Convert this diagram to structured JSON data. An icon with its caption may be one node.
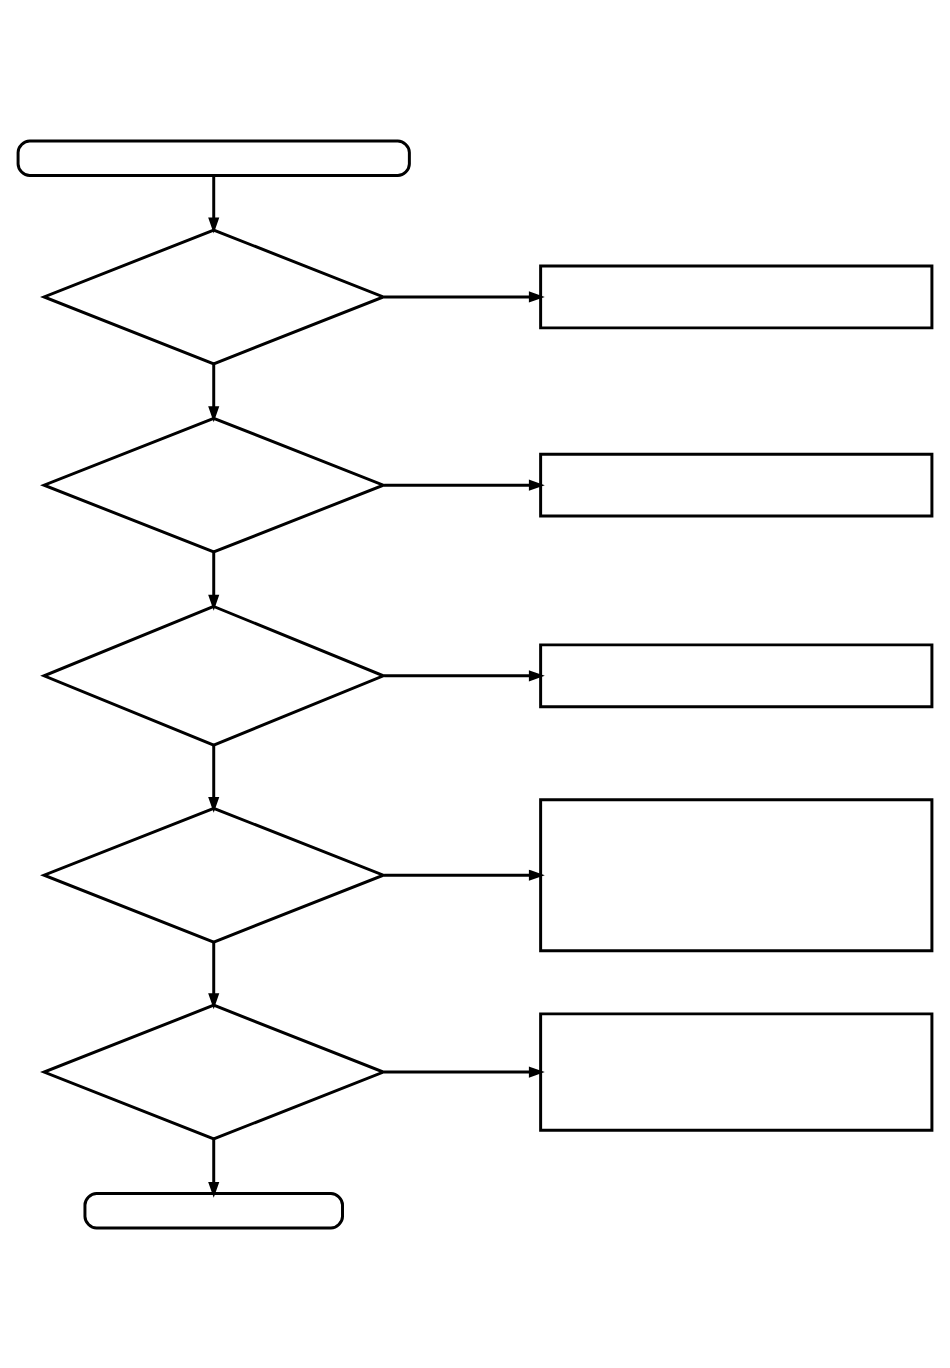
{
  "diagram": {
    "nodes": [
      {
        "text": [],
        "shape": "capsule"
      },
      {
        "text": [],
        "shape": "diamond"
      },
      {
        "text": [],
        "shape": "box"
      },
      {
        "text": [],
        "shape": "diamond"
      },
      {
        "text": [],
        "shape": "box"
      },
      {
        "text": [],
        "shape": "diamond"
      },
      {
        "text": [],
        "shape": "box"
      },
      {
        "text": [],
        "shape": "diamond"
      },
      {
        "text": [],
        "shape": "box"
      },
      {
        "text": [],
        "shape": "diamond"
      },
      {
        "text": [],
        "shape": "box"
      },
      {
        "text": [],
        "shape": "capsule"
      }
    ],
    "edges": [
      {
        "from": 0,
        "to": 1,
        "arrow": "to"
      },
      {
        "from": 1,
        "to": 2,
        "arrow": "to"
      },
      {
        "from": 1,
        "to": 3,
        "arrow": "to"
      },
      {
        "from": 3,
        "to": 4,
        "arrow": "to"
      },
      {
        "from": 3,
        "to": 5,
        "arrow": "to"
      },
      {
        "from": 5,
        "to": 6,
        "arrow": "to"
      },
      {
        "from": 5,
        "to": 7,
        "arrow": "to"
      },
      {
        "from": 7,
        "to": 8,
        "arrow": "to"
      },
      {
        "from": 7,
        "to": 9,
        "arrow": "to"
      },
      {
        "from": 9,
        "to": 10,
        "arrow": "to"
      },
      {
        "from": 9,
        "to": 11,
        "arrow": "to"
      }
    ]
  }
}
